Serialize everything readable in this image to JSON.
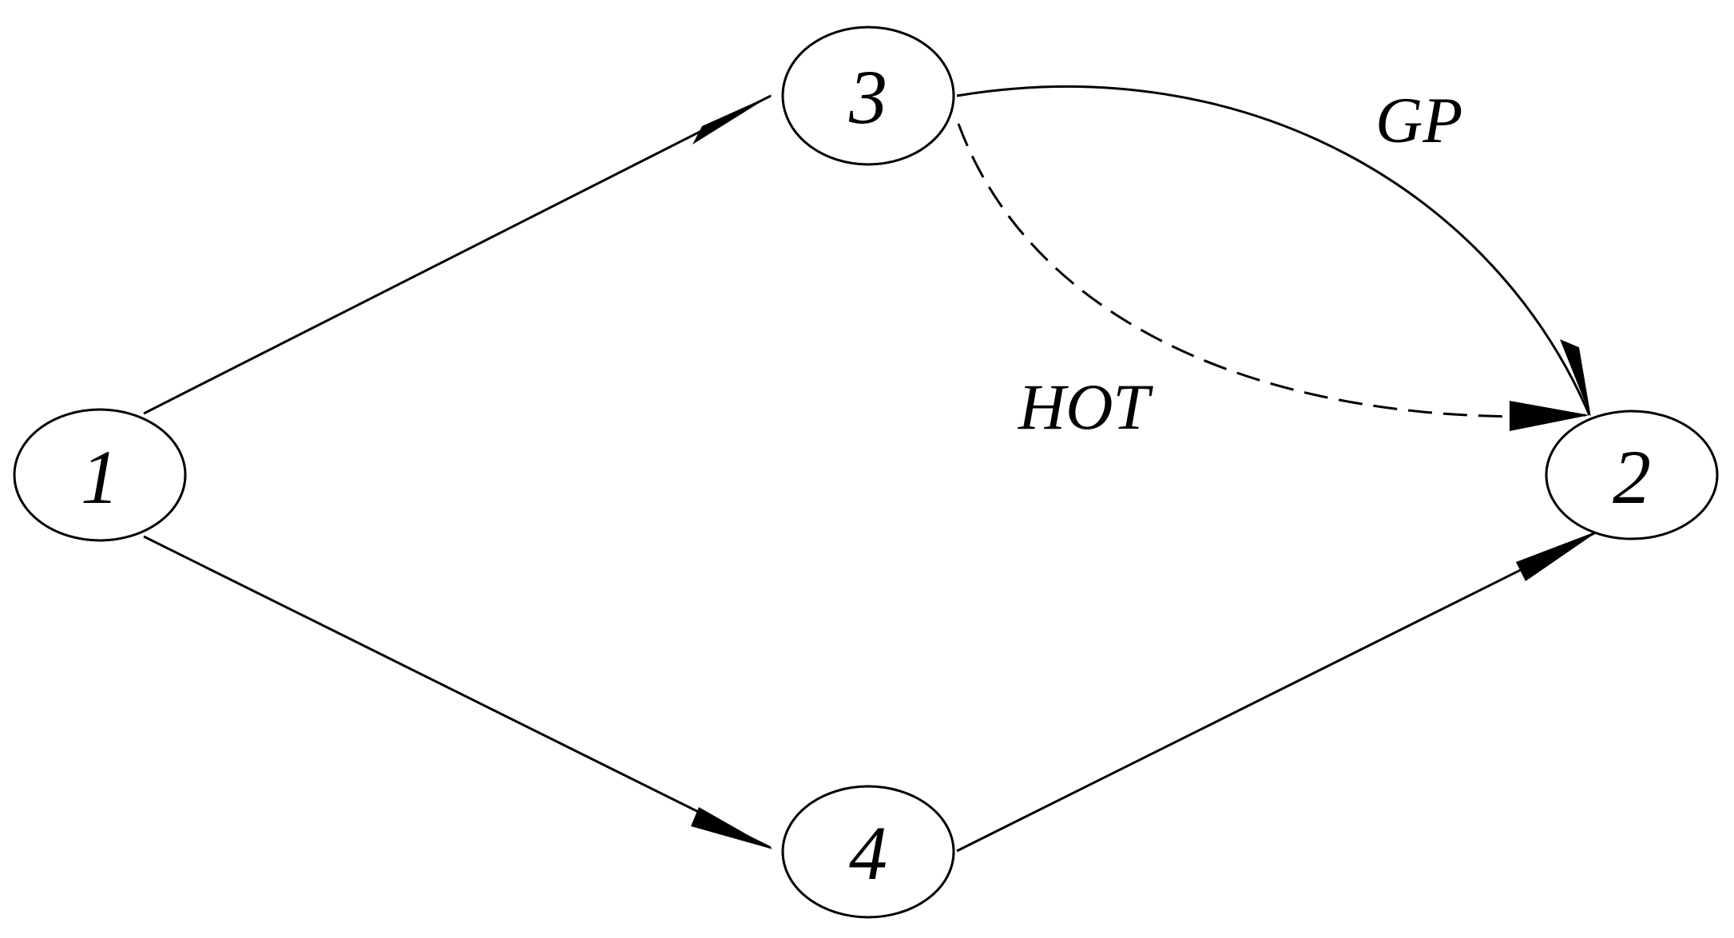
{
  "colors": {
    "ink": "#000000",
    "background": "#ffffff"
  },
  "nodes": [
    {
      "id": "1",
      "label": "1"
    },
    {
      "id": "2",
      "label": "2"
    },
    {
      "id": "3",
      "label": "3"
    },
    {
      "id": "4",
      "label": "4"
    }
  ],
  "edges": [
    {
      "from": "1",
      "to": "3",
      "style": "solid",
      "label": ""
    },
    {
      "from": "1",
      "to": "4",
      "style": "solid",
      "label": ""
    },
    {
      "from": "4",
      "to": "2",
      "style": "solid",
      "label": ""
    },
    {
      "from": "3",
      "to": "2",
      "style": "solid",
      "label": "GP"
    },
    {
      "from": "3",
      "to": "2",
      "style": "dashed",
      "label": "HOT"
    }
  ]
}
